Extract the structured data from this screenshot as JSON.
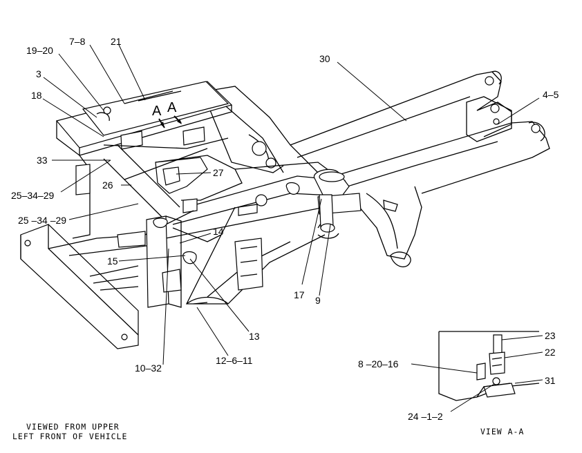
{
  "caption": {
    "line1": "VIEWED FROM UPPER",
    "line2": "LEFT FRONT OF VEHICLE"
  },
  "view_label": "VIEW A-A",
  "section_marks": [
    "A",
    "A"
  ],
  "callouts": {
    "c19_20": "19–20",
    "c7_8": "7–8",
    "c21": "21",
    "c3": "3",
    "c18": "18",
    "c30": "30",
    "c4_5": "4–5",
    "c33": "33",
    "c27": "27",
    "c26": "26",
    "c25_34_29a": "25–34–29",
    "c25_34_29b": "25 –34 –29",
    "c14": "14",
    "c15": "15",
    "c13": "13",
    "c17": "17",
    "c9": "9",
    "c12_6_11": "12–6–11",
    "c10_32": "10–32",
    "c23": "23",
    "c22": "22",
    "c8_20_16": "8 –20–16",
    "c31": "31",
    "c24_1_2": "24 –1–2"
  }
}
